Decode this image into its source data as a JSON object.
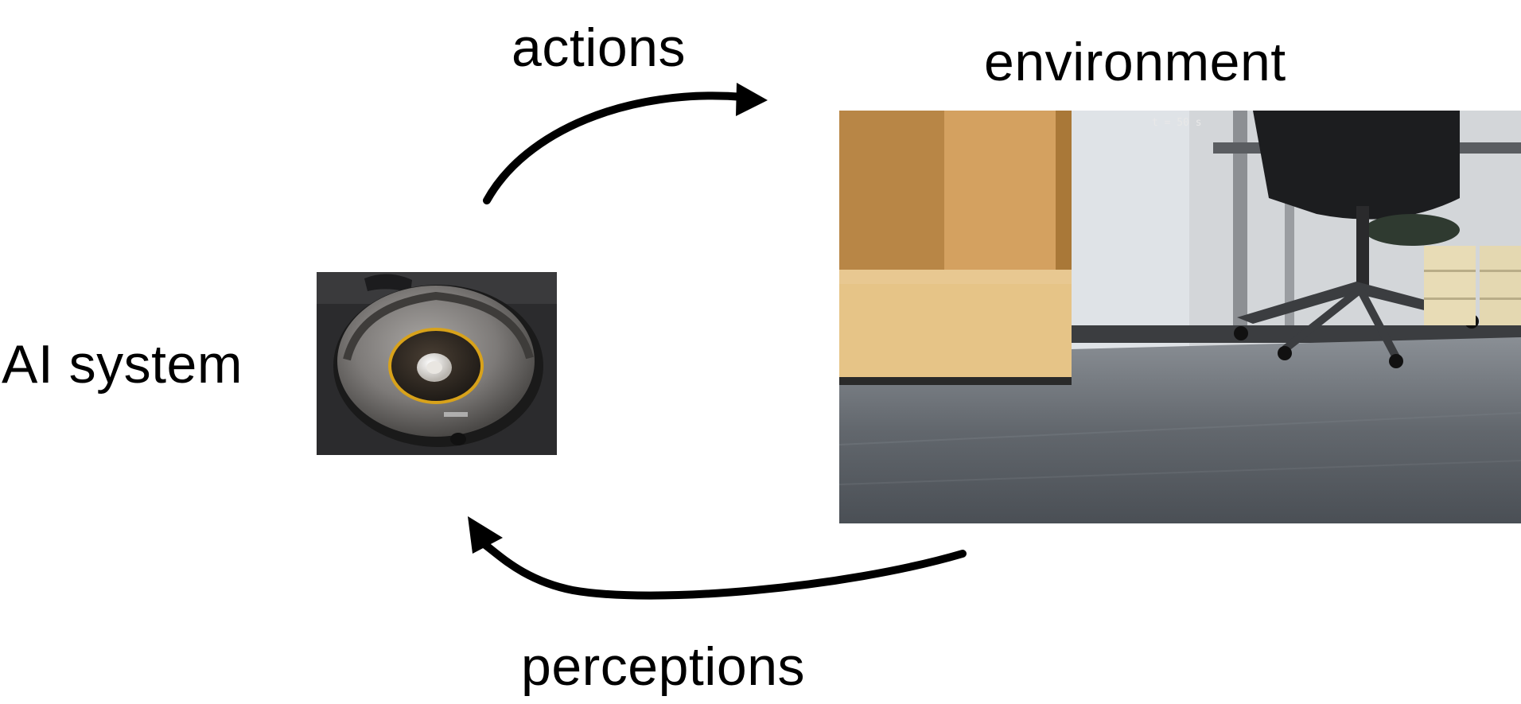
{
  "labels": {
    "ai_system": "AI system",
    "actions": "actions",
    "environment": "environment",
    "perceptions": "perceptions"
  },
  "environment_overlay_text": "t = 50 s",
  "images": {
    "agent": "robot-vacuum-photo",
    "environment": "floor-level-office-camera-view"
  },
  "colors": {
    "arrow": "#000000",
    "robot_ring": "#d8a21a",
    "cabinet_wood": "#d9a85c",
    "floor": "#5b6066"
  }
}
